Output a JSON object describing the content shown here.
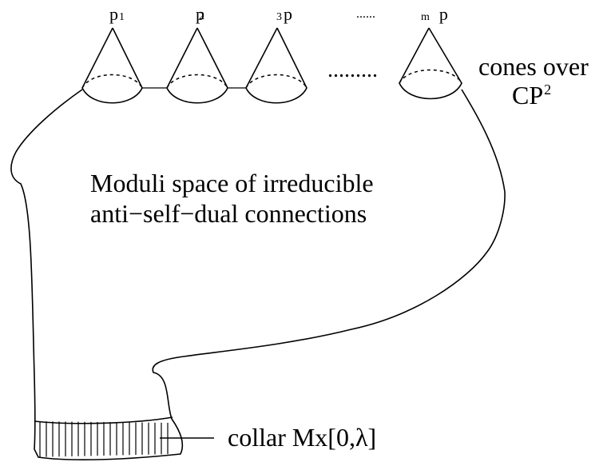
{
  "cone_labels": [
    {
      "prefix": "",
      "main": "p",
      "sub": "1",
      "suffix": ""
    },
    {
      "prefix": "",
      "main": "p",
      "sub": "2",
      "suffix": ""
    },
    {
      "prefix": "3",
      "main": "p",
      "sub": "",
      "suffix": ""
    },
    {
      "prefix": "m",
      "main": "p",
      "sub": "",
      "suffix": ""
    }
  ],
  "ellipsis_top": "......",
  "ellipsis_mid": ".........",
  "cones_caption": {
    "line1": "cones over",
    "line2": "CP",
    "sup": "2"
  },
  "center_text": {
    "line1": "Moduli space of irreducible",
    "line2": "anti−self−dual connections"
  },
  "collar_label": "collar Mx[0,λ]"
}
